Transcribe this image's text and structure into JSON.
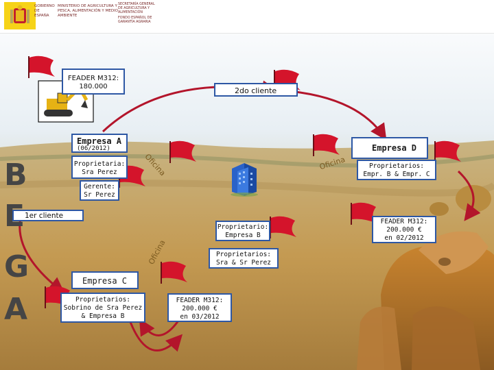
{
  "header": {
    "gov_text": "GOBIERNO DE ESPAÑA",
    "ministry_text": "MINISTERIO DE AGRICULTURA Y PESCA, ALIMENTACIÓN Y MEDIO AMBIENTE",
    "secretaria_text": "SECRETARÍA GENERAL DE AGRICULTURA Y ALIMENTACIÓN",
    "fondo_text": "FONDO ESPAÑOL DE GARANTÍA AGRARIA"
  },
  "boxes": {
    "feader_180": {
      "line1": "FEADER M312:",
      "line2": "180.000"
    },
    "segundo_cliente": {
      "label": "2do cliente"
    },
    "empresa_a": {
      "title": "Empresa A",
      "date": "(06/2012)",
      "owner1": "Proprietaria:",
      "owner2": "Sra Perez"
    },
    "gerente": {
      "line1": "Gerente:",
      "line2": "Sr Perez"
    },
    "primer_cliente": {
      "label": "1er cliente"
    },
    "empresa_d": {
      "title": "Empresa D"
    },
    "empresa_d_owners": {
      "line1": "Proprietarios:",
      "line2": "Empr. B & Empr. C"
    },
    "feader_0212": {
      "line1": "FEADER M312:",
      "line2": "200.000 €",
      "line3": "en 02/2012"
    },
    "empresa_b_owner": {
      "line1": "Proprietario:",
      "line2": "Empresa B"
    },
    "sra_sr_perez": {
      "line1": "Proprietarios:",
      "line2": "Sra & Sr Perez"
    },
    "empresa_c": {
      "title": "Empresa C"
    },
    "empresa_c_owners": {
      "line1": "Proprietarios:",
      "line2": "Sobrino de Sra Perez",
      "line3": "& Empresa B"
    },
    "feader_0312": {
      "line1": "FEADER M312:",
      "line2": "200.000 €",
      "line3": "en 03/2012"
    }
  },
  "oficina_labels": [
    "Oficina",
    "Oficina",
    "Oficina"
  ],
  "side_letters": [
    "B",
    "E",
    "G",
    "A"
  ],
  "colors": {
    "box_border": "#2d57a4",
    "arrow": "#b3152b",
    "flag": "#d4142b",
    "sky": "#d8e6ef",
    "field": "#c9a560"
  }
}
